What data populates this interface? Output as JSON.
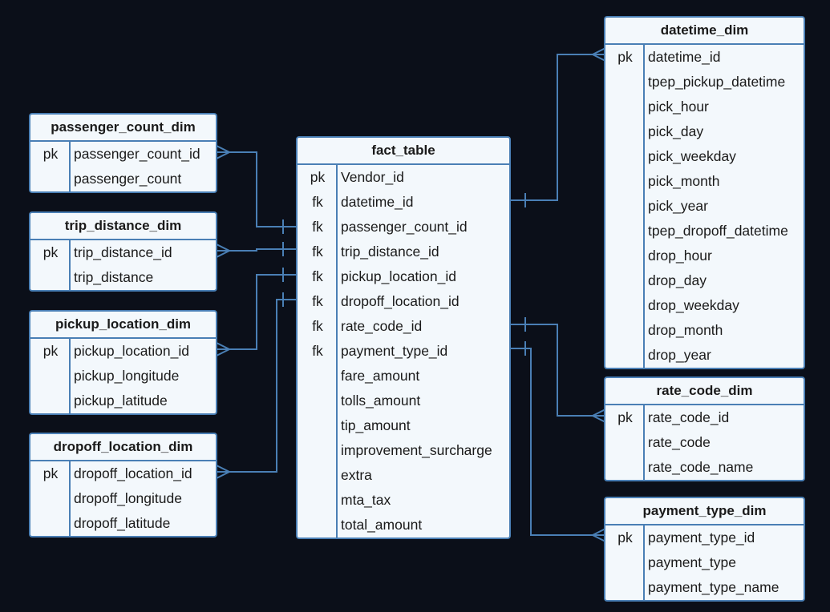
{
  "colors": {
    "background": "#0b0f19",
    "entity_fill": "#f3f8fc",
    "border": "#4a7fb5"
  },
  "entities": {
    "passenger_count_dim": {
      "title": "passenger_count_dim",
      "rows": [
        {
          "key": "pk",
          "field": "passenger_count_id"
        },
        {
          "key": "",
          "field": "passenger_count"
        }
      ]
    },
    "trip_distance_dim": {
      "title": "trip_distance_dim",
      "rows": [
        {
          "key": "pk",
          "field": "trip_distance_id"
        },
        {
          "key": "",
          "field": "trip_distance"
        }
      ]
    },
    "pickup_location_dim": {
      "title": "pickup_location_dim",
      "rows": [
        {
          "key": "pk",
          "field": "pickup_location_id"
        },
        {
          "key": "",
          "field": "pickup_longitude"
        },
        {
          "key": "",
          "field": "pickup_latitude"
        }
      ]
    },
    "dropoff_location_dim": {
      "title": "dropoff_location_dim",
      "rows": [
        {
          "key": "pk",
          "field": "dropoff_location_id"
        },
        {
          "key": "",
          "field": "dropoff_longitude"
        },
        {
          "key": "",
          "field": "dropoff_latitude"
        }
      ]
    },
    "fact_table": {
      "title": "fact_table",
      "rows": [
        {
          "key": "pk",
          "field": "Vendor_id"
        },
        {
          "key": "fk",
          "field": "datetime_id"
        },
        {
          "key": "fk",
          "field": "passenger_count_id"
        },
        {
          "key": "fk",
          "field": "trip_distance_id"
        },
        {
          "key": "fk",
          "field": "pickup_location_id"
        },
        {
          "key": "fk",
          "field": "dropoff_location_id"
        },
        {
          "key": "fk",
          "field": "rate_code_id"
        },
        {
          "key": "fk",
          "field": "payment_type_id"
        },
        {
          "key": "",
          "field": "fare_amount"
        },
        {
          "key": "",
          "field": "tolls_amount"
        },
        {
          "key": "",
          "field": "tip_amount"
        },
        {
          "key": "",
          "field": "improvement_surcharge"
        },
        {
          "key": "",
          "field": "extra"
        },
        {
          "key": "",
          "field": "mta_tax"
        },
        {
          "key": "",
          "field": "total_amount"
        }
      ]
    },
    "datetime_dim": {
      "title": "datetime_dim",
      "rows": [
        {
          "key": "pk",
          "field": "datetime_id"
        },
        {
          "key": "",
          "field": "tpep_pickup_datetime"
        },
        {
          "key": "",
          "field": "pick_hour"
        },
        {
          "key": "",
          "field": "pick_day"
        },
        {
          "key": "",
          "field": "pick_weekday"
        },
        {
          "key": "",
          "field": "pick_month"
        },
        {
          "key": "",
          "field": "pick_year"
        },
        {
          "key": "",
          "field": "tpep_dropoff_datetime"
        },
        {
          "key": "",
          "field": "drop_hour"
        },
        {
          "key": "",
          "field": "drop_day"
        },
        {
          "key": "",
          "field": "drop_weekday"
        },
        {
          "key": "",
          "field": "drop_month"
        },
        {
          "key": "",
          "field": "drop_year"
        }
      ]
    },
    "rate_code_dim": {
      "title": "rate_code_dim",
      "rows": [
        {
          "key": "pk",
          "field": "rate_code_id"
        },
        {
          "key": "",
          "field": "rate_code"
        },
        {
          "key": "",
          "field": "rate_code_name"
        }
      ]
    },
    "payment_type_dim": {
      "title": "payment_type_dim",
      "rows": [
        {
          "key": "pk",
          "field": "payment_type_id"
        },
        {
          "key": "",
          "field": "payment_type"
        },
        {
          "key": "",
          "field": "payment_type_name"
        }
      ]
    }
  },
  "relationships": [
    {
      "from": "passenger_count_dim.passenger_count_id",
      "to": "fact_table.passenger_count_id"
    },
    {
      "from": "trip_distance_dim.trip_distance_id",
      "to": "fact_table.trip_distance_id"
    },
    {
      "from": "pickup_location_dim.pickup_location_id",
      "to": "fact_table.pickup_location_id"
    },
    {
      "from": "dropoff_location_dim.dropoff_location_id",
      "to": "fact_table.dropoff_location_id"
    },
    {
      "from": "datetime_dim.datetime_id",
      "to": "fact_table.datetime_id"
    },
    {
      "from": "rate_code_dim.rate_code_id",
      "to": "fact_table.rate_code_id"
    },
    {
      "from": "payment_type_dim.payment_type_id",
      "to": "fact_table.payment_type_id"
    }
  ]
}
